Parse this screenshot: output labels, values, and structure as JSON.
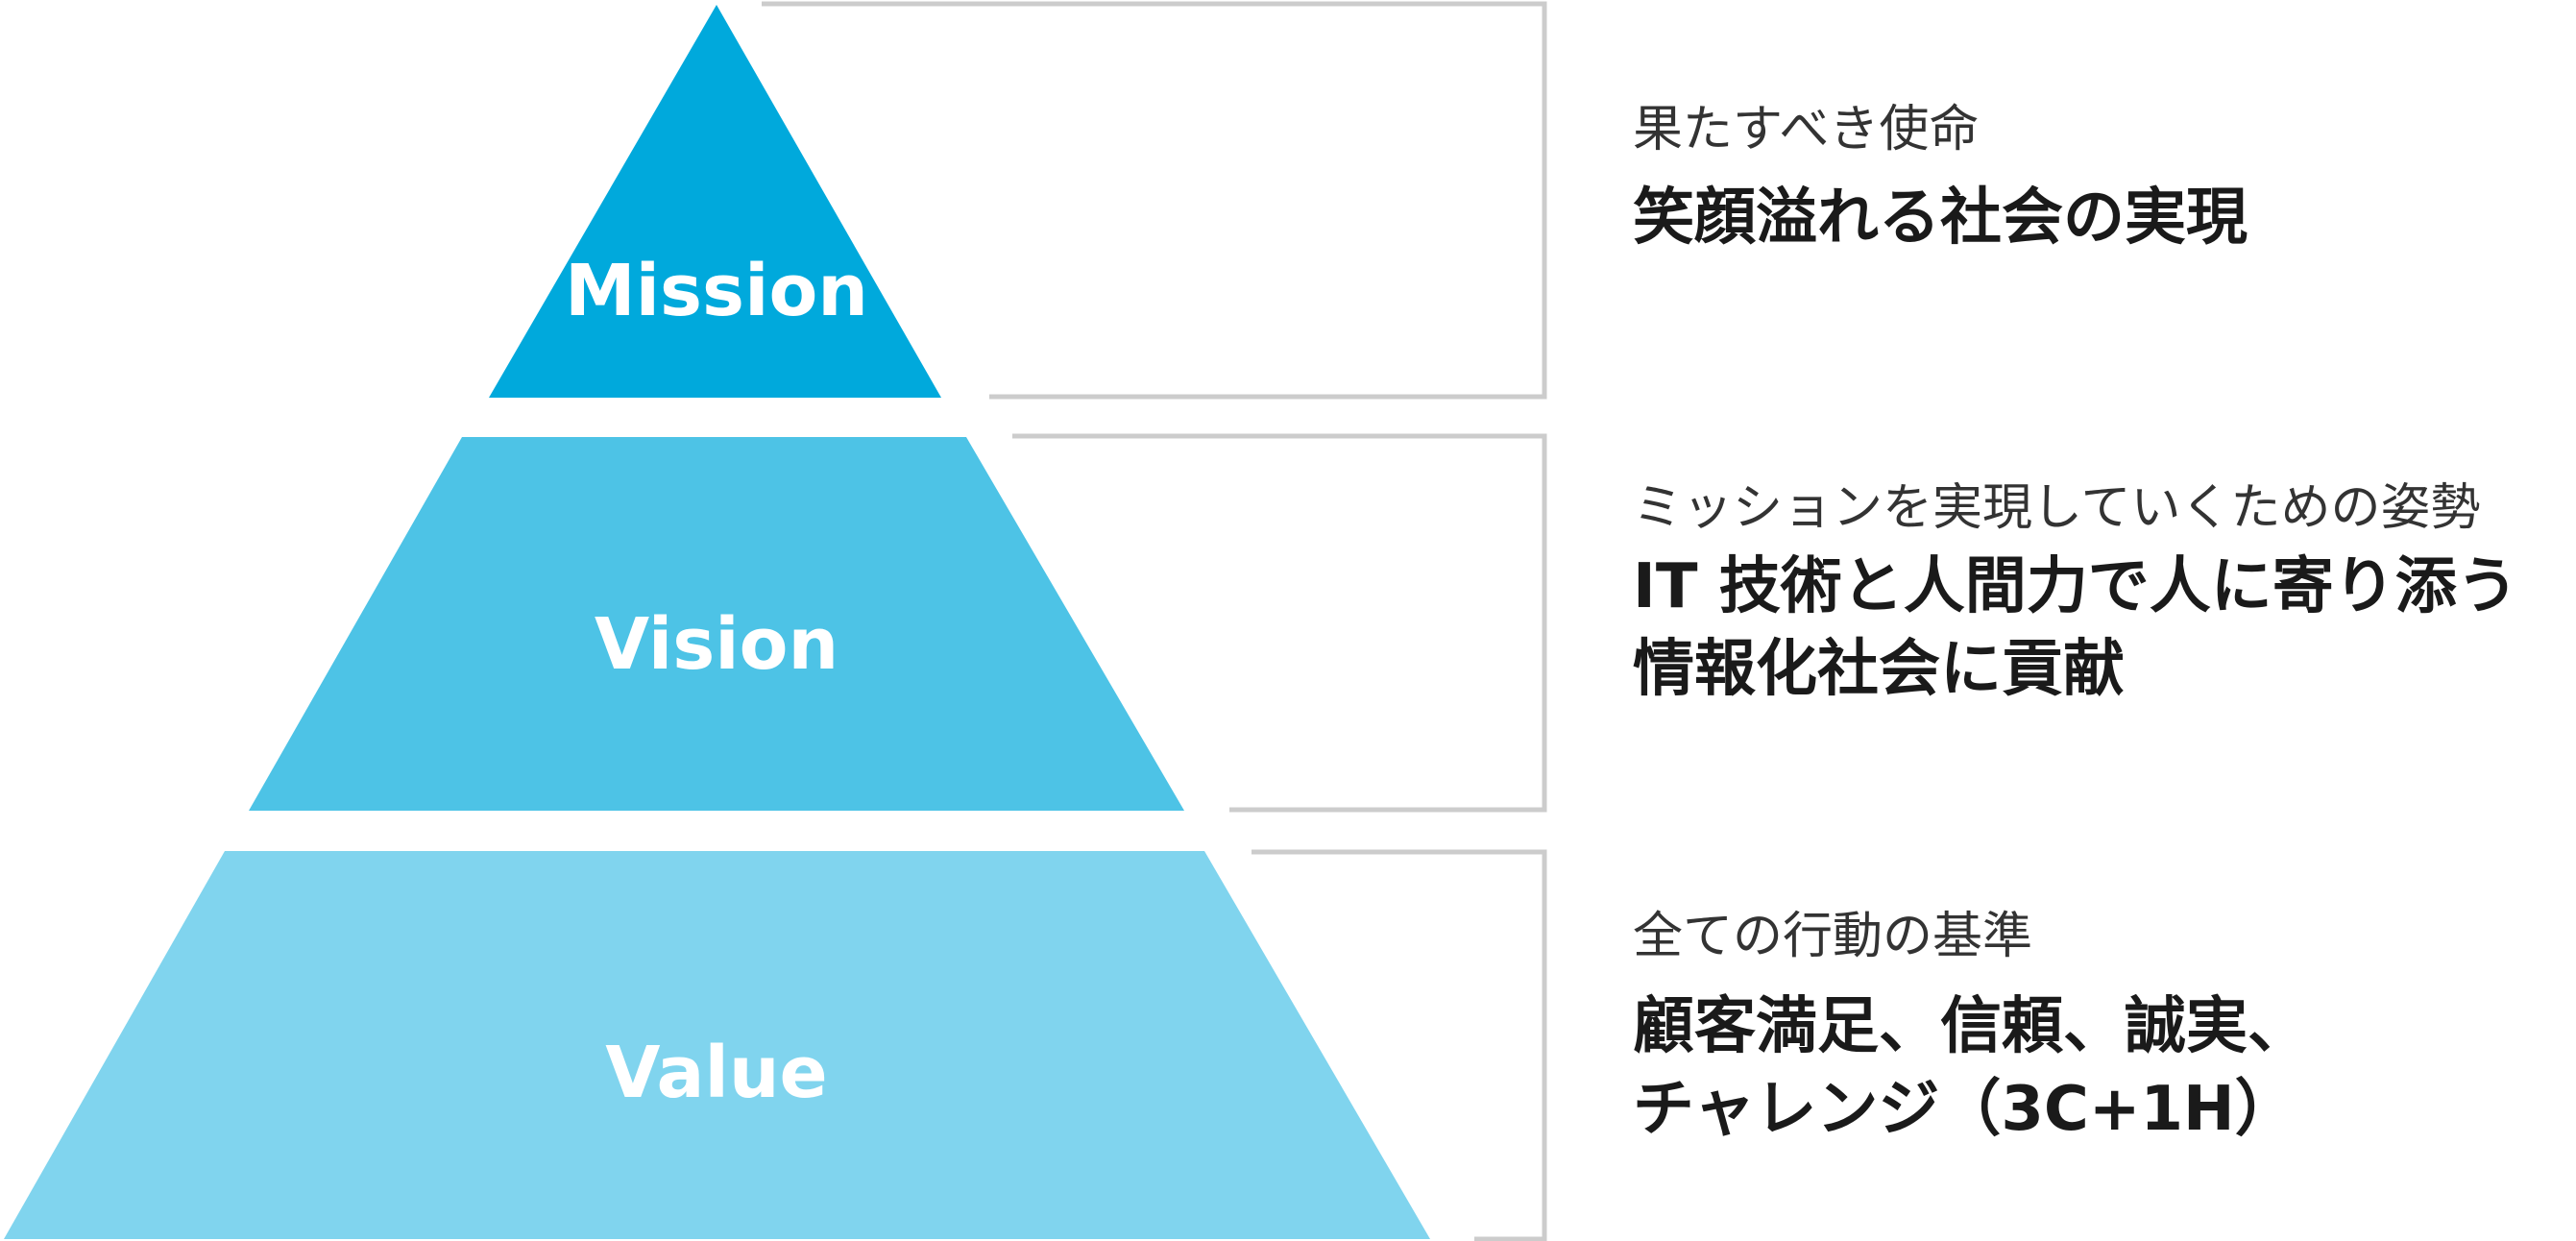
{
  "colors": {
    "mission": "#00a9dc",
    "vision": "#4dc3e6",
    "value": "#80d4ee",
    "bracket": "#cccccc"
  },
  "tiers": [
    {
      "label": "Mission",
      "subtitle": "果たすべき使命",
      "statement_lines": [
        "笑顔溢れる社会の実現"
      ]
    },
    {
      "label": "Vision",
      "subtitle": "ミッションを実現していくための姿勢",
      "statement_lines": [
        "IT 技術と人間力で人に寄り添う",
        "情報化社会に貢献"
      ]
    },
    {
      "label": "Value",
      "subtitle": "全ての行動の基準",
      "statement_lines": [
        "顧客満足、信頼、誠実、",
        "チャレンジ（3C+1H）"
      ]
    }
  ]
}
